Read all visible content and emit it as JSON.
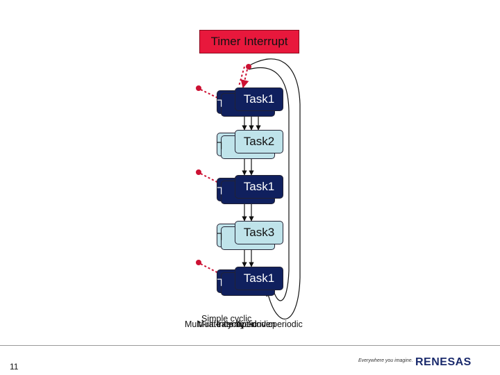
{
  "timer_label": "Timer Interrupt",
  "tasks": [
    {
      "label": "Task1",
      "style": "dark"
    },
    {
      "label": "Task2",
      "style": "light"
    },
    {
      "label": "Task1",
      "style": "dark"
    },
    {
      "label": "Task3",
      "style": "light"
    },
    {
      "label": "Task1",
      "style": "dark"
    }
  ],
  "caption_lines": [
    "Simple cyclic",
    "Multi-rate cyclic",
    "Multi-rate cyclic",
    "Interrupt-driven",
    "Aperiodic",
    "periodic"
  ],
  "page_number": "11",
  "footer_tagline": "Everywhere you imagine.",
  "logo_text": "RENESAS",
  "colors": {
    "timer_fill": "#e8183c",
    "dark_task": "#10205e",
    "light_task": "#bfe3ea",
    "interrupt_arrow": "#cc1133"
  }
}
